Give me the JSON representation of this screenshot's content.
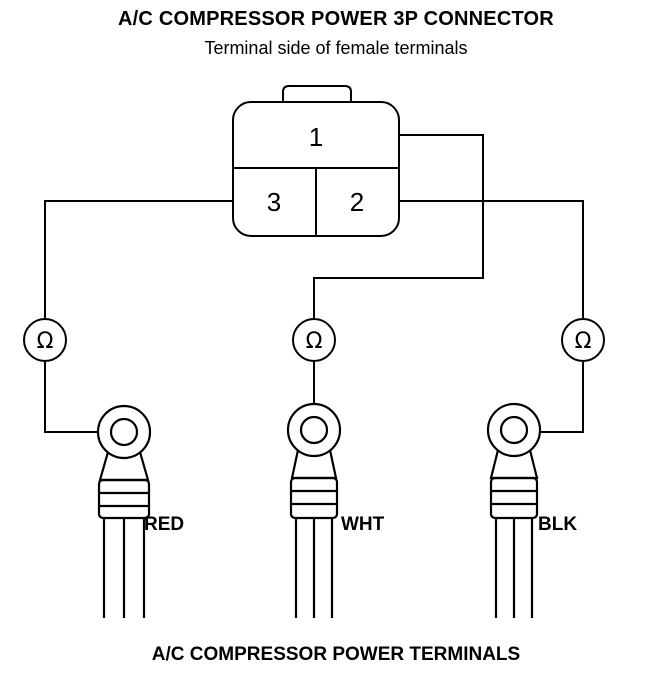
{
  "title": "A/C COMPRESSOR POWER 3P CONNECTOR",
  "subtitle": "Terminal side of female terminals",
  "footer": "A/C COMPRESSOR POWER TERMINALS",
  "connector": {
    "terminals": [
      "1",
      "2",
      "3"
    ]
  },
  "meter_symbol": "Ω",
  "wires": [
    "RED",
    "WHT",
    "BLK"
  ]
}
